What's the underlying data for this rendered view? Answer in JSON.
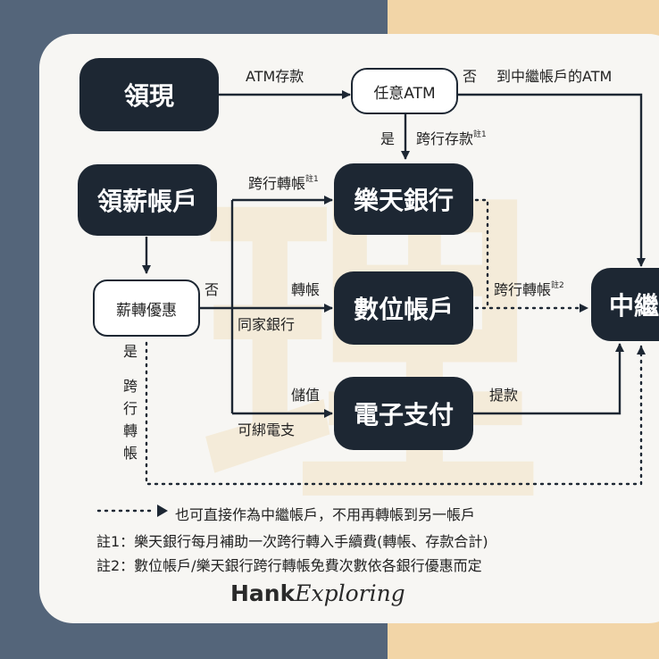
{
  "nodes": {
    "cash": "領現",
    "any_atm": "任意ATM",
    "salary_account": "領薪帳戶",
    "salary_perk": "薪轉優惠",
    "rakuten_bank": "樂天銀行",
    "digital_account": "數位帳戶",
    "e_payment": "電子支付",
    "relay": "中繼"
  },
  "edges": {
    "atm_deposit": "ATM存款",
    "no_atm": "否",
    "to_relay_atm": "到中繼帳戶的ATM",
    "yes_atm": "是",
    "cross_deposit": "跨行存款",
    "cross_deposit_note": "註1",
    "cross_transfer_1": "跨行轉帳",
    "cross_transfer_1_note": "註1",
    "no_perk": "否",
    "transfer": "轉帳",
    "same_bank": "同家銀行",
    "store_value": "儲值",
    "bindable": "可綁電支",
    "cross_transfer_2": "跨行轉帳",
    "cross_transfer_2_note": "註2",
    "withdraw": "提款",
    "yes_perk": [
      "是",
      "跨",
      "行",
      "轉",
      "帳"
    ]
  },
  "legend": {
    "dotted": "也可直接作為中繼帳戶，不用再轉帳到另一帳戶"
  },
  "notes": {
    "note1": "註1：樂天銀行每月補助一次跨行轉入手續費(轉帳、存款合計)",
    "note2": "註2：數位帳戶/樂天銀行跨行轉帳免費次數依各銀行優惠而定"
  },
  "brand": {
    "part1": "Hank",
    "part2": "Exploring"
  },
  "watermark": "理",
  "colors": {
    "dark_node": "#1d2733",
    "bg_left": "#54657a",
    "bg_right": "#f2d5a7",
    "card": "#f7f6f3"
  }
}
